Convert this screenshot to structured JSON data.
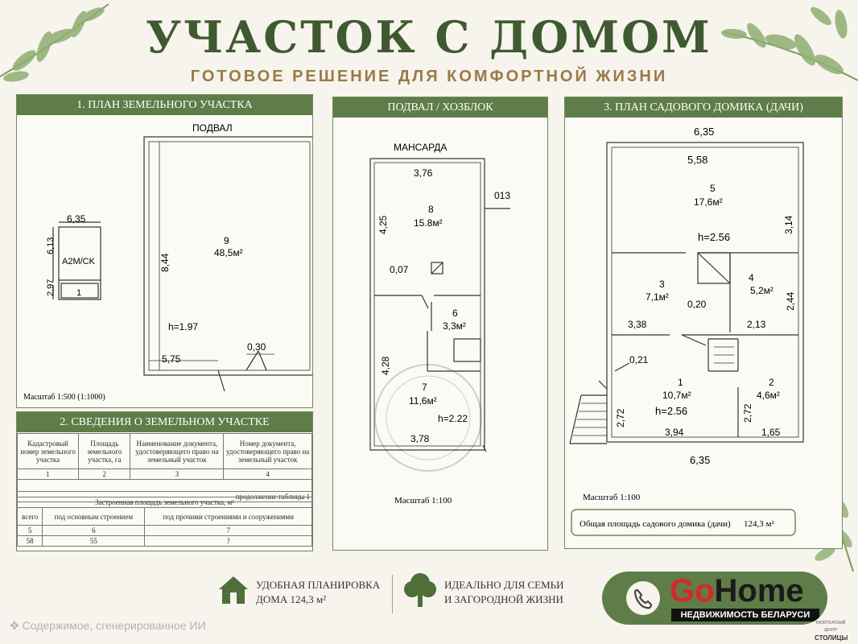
{
  "header": {
    "title": "УЧАСТОК С ДОМОМ",
    "subtitle": "ГОТОВОЕ РЕШЕНИЕ ДЛЯ КОМФОРТНОЙ ЖИЗНИ"
  },
  "panel1": {
    "heading": "1. ПЛАН ЗЕМЕЛЬНОГО УЧАСТКА",
    "basement_label": "ПОДВАЛ",
    "small_width": "6,35",
    "small_height": "6,13",
    "small_lower": "2,97",
    "small_code": "A2M/CK",
    "small_num": "1",
    "room_num": "9",
    "room_area": "48,5м²",
    "room_height_dim": "8,44",
    "ceiling": "h=1.97",
    "bottom_dim": "5,75",
    "door_dim": "0,30",
    "scale": "Масштаб 1:500 (1:1000)"
  },
  "panel2": {
    "heading": "2. СВЕДЕНИЯ О ЗЕМЕЛЬНОМ УЧАСТКЕ",
    "col1": "Кадастровый номер земельного участка",
    "col2": "Площадь земельного участка, га",
    "col3": "Наименование документа, удостоверяющего право на земельный участок",
    "col4": "Номер документа, удостоверяющего право на земельный участок",
    "n1": "1",
    "n2": "2",
    "n3": "3",
    "n4": "4",
    "continuation": "продолжение таблицы 1",
    "built_area": "Застроенная площадь земельного участка, м²",
    "sub1": "всего",
    "sub2": "под основным строением",
    "sub3": "под прочими строениями и сооружениями",
    "m5": "5",
    "m6": "6",
    "m7": "7",
    "v1": "58",
    "v2": "55",
    "v3": "?"
  },
  "panel_mid": {
    "heading": "ПОДВАЛ / ХОЗБЛОК",
    "attic": "МАНСАРДА",
    "top_dim": "3,76",
    "right_code": "013",
    "room8_num": "8",
    "room8_area": "15.8м²",
    "left_dim_top": "4,25",
    "small_dim": "0,07",
    "room6_num": "6",
    "room6_area": "3,3м²",
    "left_dim_bottom": "4,28",
    "room7_num": "7",
    "room7_area": "11,6м²",
    "ceiling": "h=2.22",
    "bottom_dim": "3,78",
    "scale": "Масштаб 1:100"
  },
  "panel3": {
    "heading": "3. ПЛАН САДОВОГО ДОМИКА (ДАЧИ)",
    "top_outer": "6,35",
    "top_inner": "5,58",
    "room5_num": "5",
    "room5_area": "17,6м²",
    "right_dim_top": "3,14",
    "ceiling_top": "h=2.56",
    "room3_num": "3",
    "room3_area": "7,1м²",
    "room4_num": "4",
    "room4_area": "5,2м²",
    "right_dim_mid": "2,44",
    "dim_020": "0,20",
    "dim_338": "3,38",
    "dim_213": "2,13",
    "dim_021": "0,21",
    "room1_num": "1",
    "room1_area": "10,7м²",
    "ceiling_bottom": "h=2.56",
    "room2_num": "2",
    "room2_area": "4,6м²",
    "left_dim_bottom": "2,72",
    "mid_dim_bottom": "2,72",
    "dim_394": "3,94",
    "dim_165": "1,65",
    "bottom_outer": "6,35",
    "scale": "Масштаб 1:100",
    "total_label": "Общая площадь садового домика (дачи)",
    "total_value": "124,3 м²"
  },
  "footer": {
    "feature1_line1": "УДОБНАЯ ПЛАНИРОВКА",
    "feature1_line2": "ДОМА 124,3 м²",
    "feature2_line1": "ИДЕАЛЬНО ДЛЯ СЕМЬИ",
    "feature2_line2": "И ЗАГОРОДНОЙ ЖИЗНИ",
    "ai_note": "Содержимое, сгенерированное ИИ",
    "brand_go": "Go",
    "brand_home": "Home",
    "brand_tagline": "НЕДВИЖИМОСТЬ БЕЛАРУСИ",
    "brand_small": "РИЭЛТЕРСКИЙ ЦЕНТР",
    "brand_city": "СТОЛИЦЫ"
  },
  "colors": {
    "green_dark": "#3f5a30",
    "green_bar": "#5e7d48",
    "gold": "#9a7a46",
    "brand_red": "#d9262a"
  },
  "icons": [
    "leaf-branch-icon",
    "house-icon",
    "tree-icon",
    "phone-icon",
    "ai-sparkle-icon"
  ]
}
